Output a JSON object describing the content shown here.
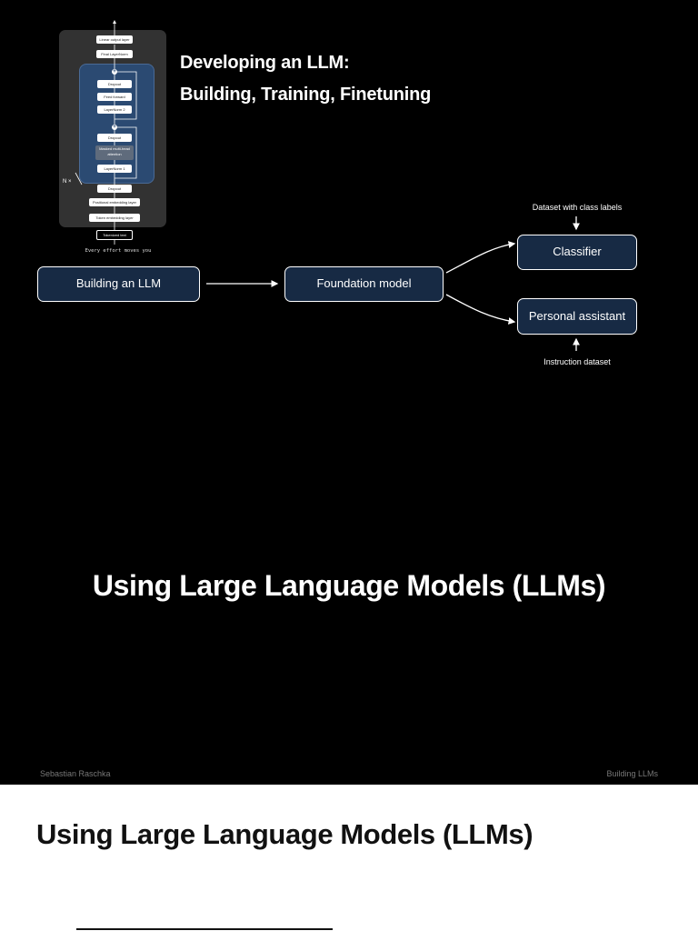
{
  "slide": {
    "title_line1": "Developing an LLM:",
    "title_line2": "Building, Training, Finetuning",
    "headline": "Using Large Language Models (LLMs)",
    "footer_left": "Sebastian Raschka",
    "footer_right": "Building LLMs"
  },
  "architecture": {
    "linear_output": "Linear output layer",
    "final_layernorm": "Final LayerNorm",
    "dropout_top": "Dropout",
    "feed_forward": "Feed forward",
    "layernorm2": "LayerNorm 2",
    "dropout_mid": "Dropout",
    "attention": "Masked multi-head attention",
    "layernorm1": "LayerNorm 1",
    "dropout_bottom": "Dropout",
    "positional_embedding": "Positional embedding layer",
    "token_embedding": "Token embedding layer",
    "tokenized_text": "Tokenized text",
    "repeat_label": "N ×",
    "input_text": "Every effort moves you"
  },
  "flow": {
    "building": "Building an LLM",
    "foundation": "Foundation model",
    "classifier": "Classifier",
    "assistant": "Personal assistant",
    "classifier_input": "Dataset with class labels",
    "assistant_input": "Instruction dataset"
  },
  "page": {
    "heading": "Using Large Language Models (LLMs)"
  },
  "colors": {
    "slide_bg": "#000000",
    "box_fill": "#172a44",
    "block_fill": "#2b4a72",
    "panel_fill": "#323232"
  }
}
